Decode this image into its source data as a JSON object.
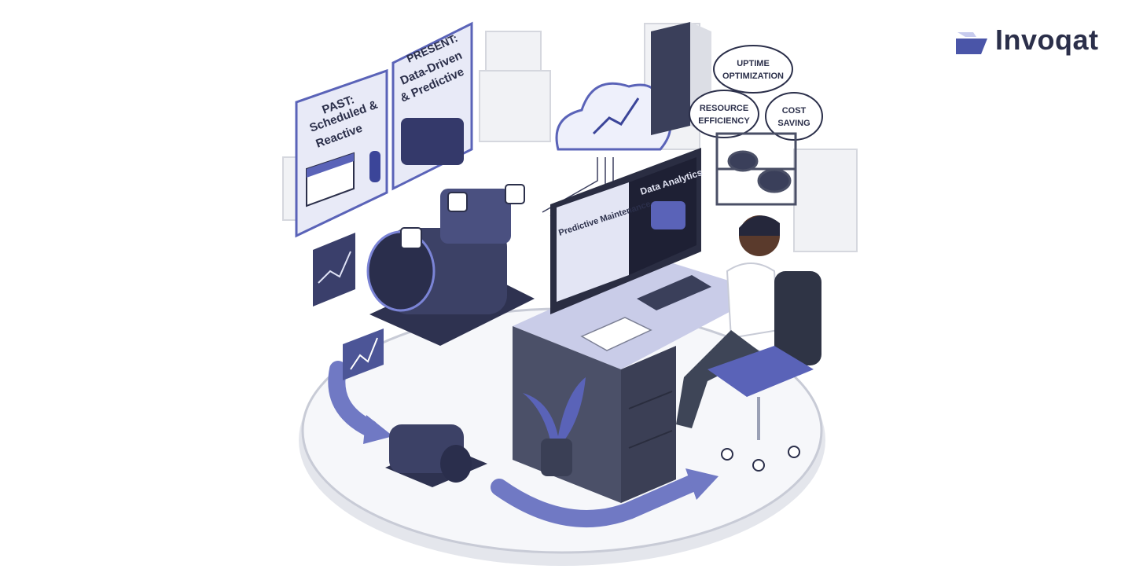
{
  "brand": {
    "name": "Invoqat",
    "accent": "#5a63b8",
    "dark": "#2b2f4a"
  },
  "panels": {
    "past": {
      "line1": "PAST:",
      "line2": "Scheduled &",
      "line3": "Reactive"
    },
    "present": {
      "line1": "PRESENT:",
      "line2": "Data-Driven",
      "line3": "& Predictive"
    }
  },
  "bubbles": {
    "uptime": {
      "line1": "UPTIME",
      "line2": "OPTIMIZATION"
    },
    "resource": {
      "line1": "RESOURCE",
      "line2": "EFFICIENCY"
    },
    "cost": {
      "line1": "COST",
      "line2": "SAVING"
    }
  },
  "screens": {
    "left": "Predictive Maintenance",
    "right": "Data Analytics"
  },
  "icons": [
    "cloud-icon",
    "wifi-icon",
    "calendar-icon",
    "chart-icon",
    "logo-icon"
  ]
}
